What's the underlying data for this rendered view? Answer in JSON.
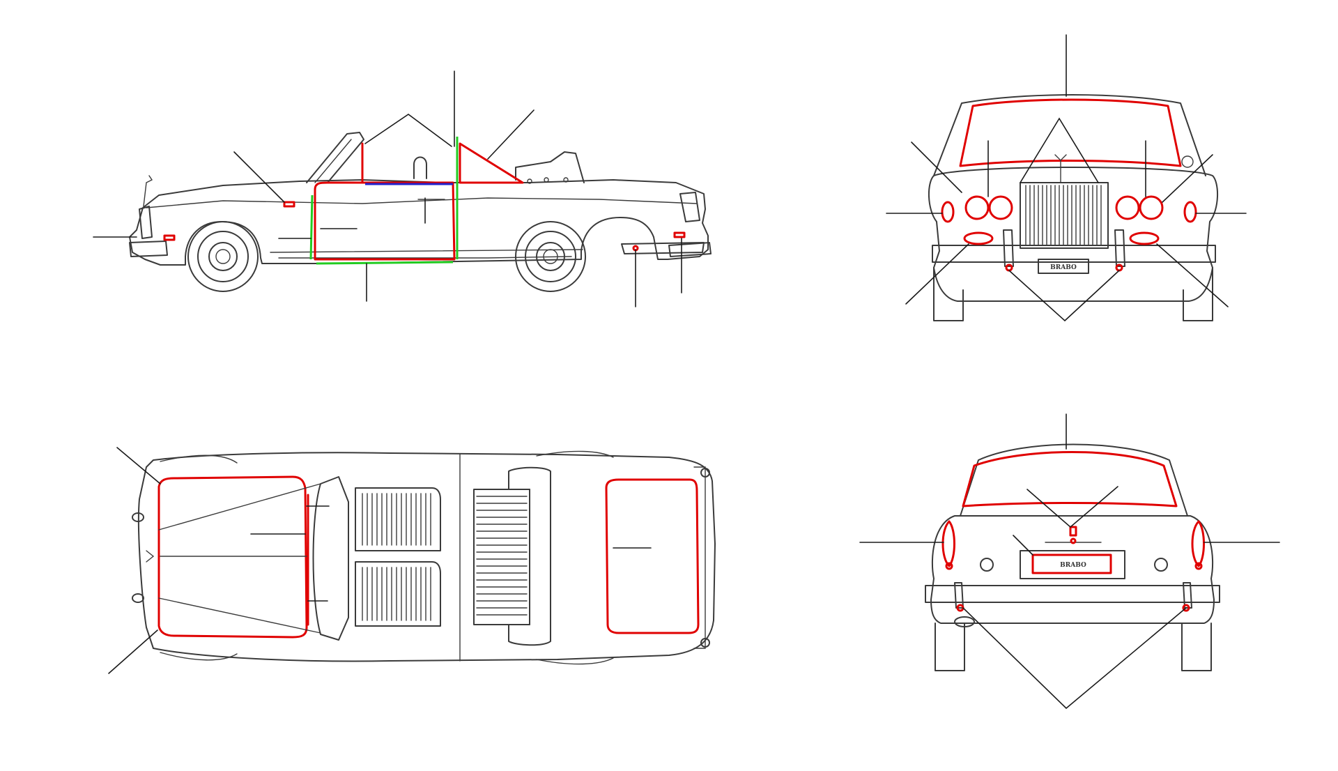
{
  "diagram": {
    "views": [
      "side-view",
      "front-view",
      "top-view",
      "rear-view"
    ],
    "seal_color": "#e00000",
    "door_seal_color": "#22cc22",
    "window_seal_color": "#2222cc",
    "outline_color": "#3a3a3a",
    "plate_text_front": "BRABO",
    "plate_text_rear": "BRABO"
  }
}
